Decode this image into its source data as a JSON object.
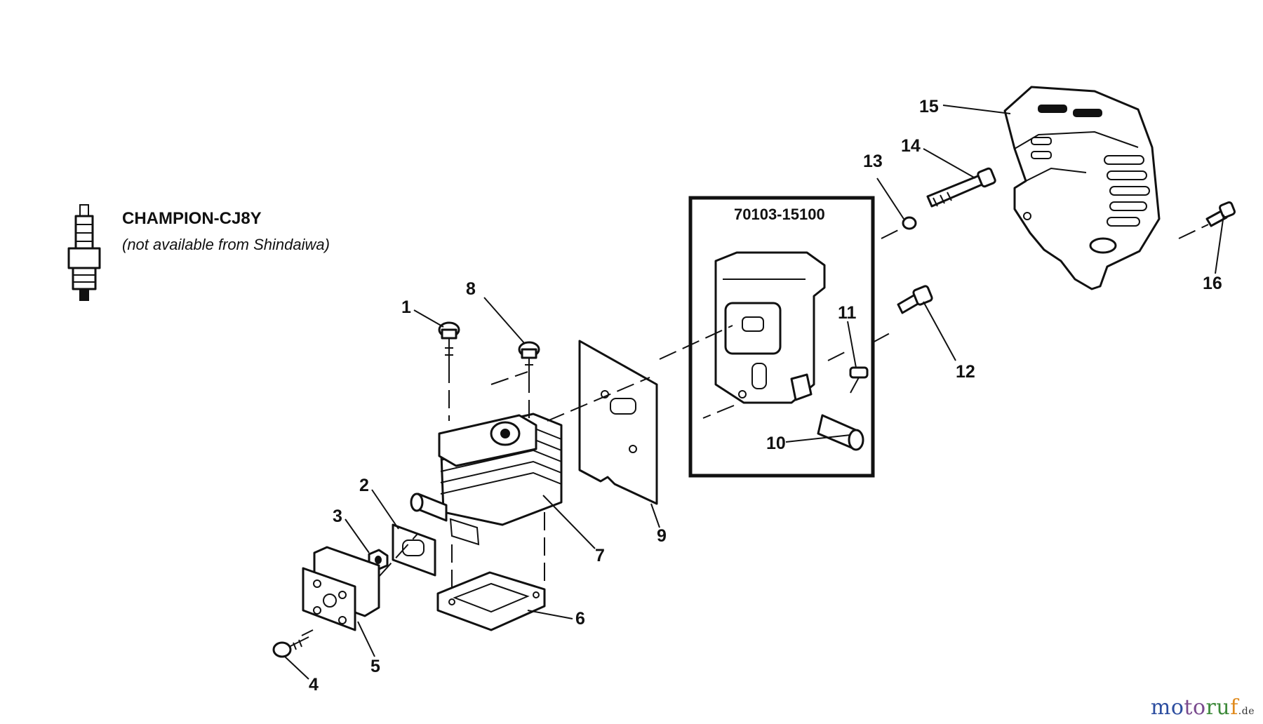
{
  "note": {
    "title": "CHAMPION-CJ8Y",
    "subtitle": "(not available from Shindaiwa)"
  },
  "kit": {
    "label": "70103-15100"
  },
  "callouts": [
    "1",
    "2",
    "3",
    "4",
    "5",
    "6",
    "7",
    "8",
    "9",
    "10",
    "11",
    "12",
    "13",
    "14",
    "15",
    "16"
  ],
  "brand": {
    "part1": "mo",
    "part2": "to",
    "part3": "ru",
    "part4": "f",
    "tld": ".de"
  },
  "colors": {
    "ink": "#111111",
    "brand_blue": "#2d4ea0",
    "brand_purple": "#7a4a8e",
    "brand_green": "#3d8a3a",
    "brand_orange": "#e08a1c"
  }
}
